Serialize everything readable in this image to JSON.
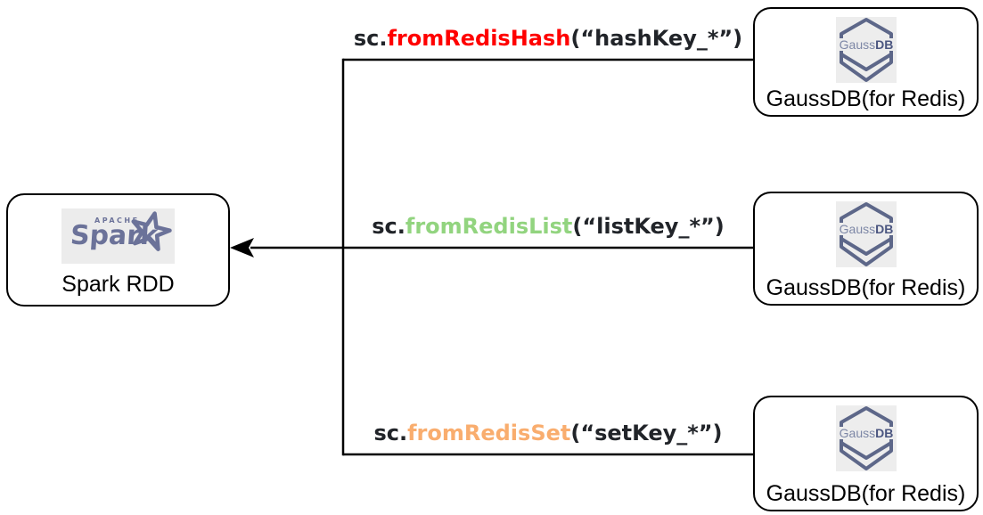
{
  "diagram": {
    "source_node": {
      "label": "Spark RDD",
      "logo": {
        "apache_text": "APACHE",
        "spark_text": "Spark"
      }
    },
    "gaussdb_logo": {
      "gauss_text": "Gauss",
      "db_text": "DB"
    },
    "target_nodes": [
      {
        "label": "GaussDB(for Redis)"
      },
      {
        "label": "GaussDB(for Redis)"
      },
      {
        "label": "GaussDB(for Redis)"
      }
    ],
    "connections": [
      {
        "prefix": "sc.",
        "method": "fromRedisHash",
        "args": "(“hashKey_*”)",
        "method_color": "#ff0000"
      },
      {
        "prefix": "sc.",
        "method": "fromRedisList",
        "args": "(“listKey_*”)",
        "method_color": "#92d47f"
      },
      {
        "prefix": "sc.",
        "method": "fromRedisSet",
        "args": "(“setKey_*”)",
        "method_color": "#f9ad6e"
      }
    ],
    "colors": {
      "line": "#000000",
      "label_text": "#212429",
      "node_border": "#000000",
      "node_label": "#000000",
      "spark_logo": "#6b7299",
      "gauss_hexagon": "#5d6789",
      "gauss_text_light": "#7d87a6",
      "gauss_text_bold": "#4b5680",
      "logo_background": "#ededed"
    }
  }
}
